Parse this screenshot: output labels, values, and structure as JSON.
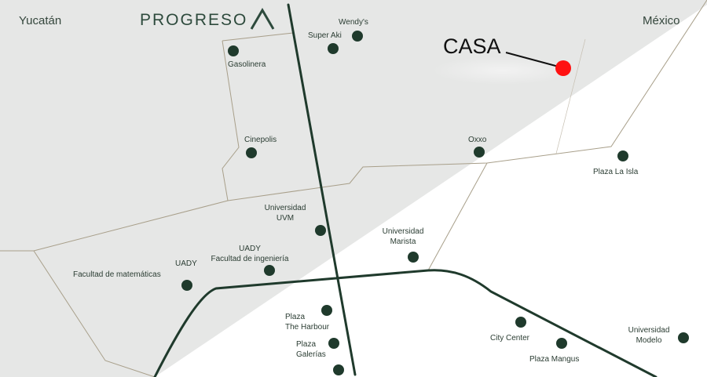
{
  "regions": {
    "yucatan": "Yucatán",
    "mexico": "México"
  },
  "brand": {
    "name": "PROGRESO"
  },
  "home": {
    "label": "CASA",
    "color": "#ff1111"
  },
  "places": {
    "wendys": "Wendy's",
    "super_aki": "Super Aki",
    "gasolinera": "Gasolinera",
    "cinepolis": "Cinepolis",
    "oxxo": "Oxxo",
    "plaza_la_isla": "Plaza La Isla",
    "universidad_uvm_1": "Universidad",
    "universidad_uvm_2": "UVM",
    "universidad_marista_1": "Universidad",
    "universidad_marista_2": "Marista",
    "uady_ingenieria_1": "UADY",
    "uady_ingenieria_2": "Facultad de ingeniería",
    "uady": "UADY",
    "facultad_matematicas": "Facultad de matemáticas",
    "plaza_harbour_1": "Plaza",
    "plaza_harbour_2": "The Harbour",
    "plaza_galerias_1": "Plaza",
    "plaza_galerias_2": "Galerías",
    "city_center": "City Center",
    "plaza_mangus": "Plaza Mangus",
    "universidad_modelo_1": "Universidad",
    "universidad_modelo_2": "Modelo"
  },
  "colors": {
    "shaded_area": "#e6e7e6",
    "main_road": "#1f3a2c",
    "secondary_road": "#a89f8a",
    "marker": "#1f3a2c",
    "label_text": "#2b3d33"
  }
}
